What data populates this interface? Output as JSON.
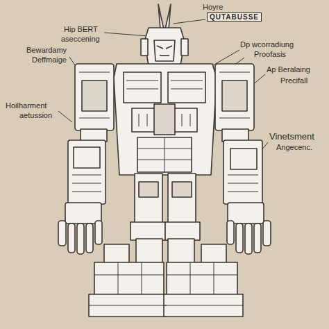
{
  "diagram": {
    "labels": [
      "Hoyre",
      "QUTABUSSE",
      "Hip BERT",
      "aseccening",
      "Bewardamy",
      "Deffmaige",
      "Dp wcorradiung",
      "Proofasis",
      "Hoilharment",
      "aetussion",
      "Ap Beralaing",
      "Precifall",
      "Vinetsment",
      "Angecenc."
    ]
  }
}
